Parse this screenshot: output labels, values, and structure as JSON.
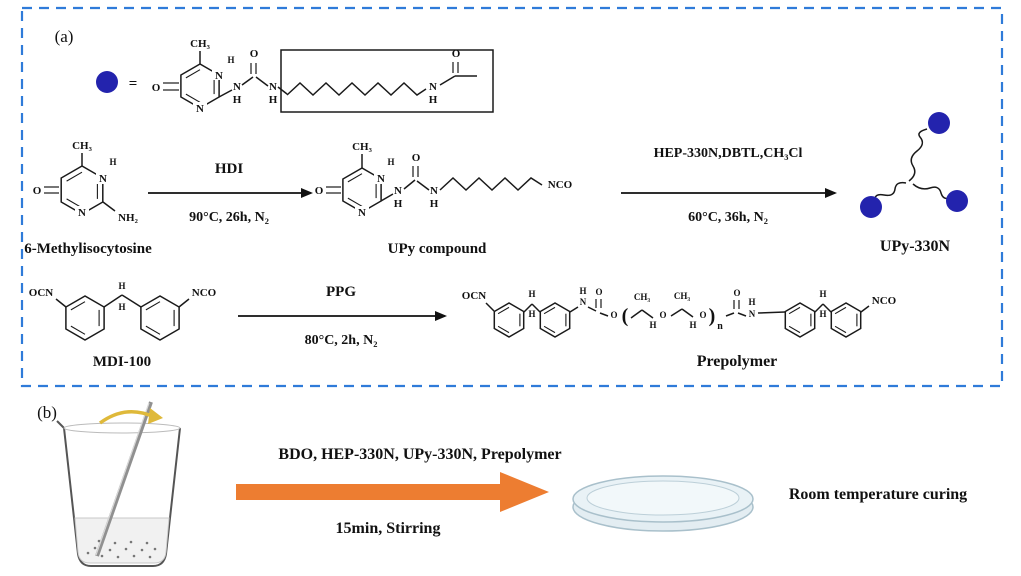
{
  "colors": {
    "box_border": "#2f7bd9",
    "upy_dot": "#2323ad",
    "orange_arrow": "#ed7d31",
    "swirl_yellow": "#dfb93a"
  },
  "panel_a": {
    "label": "(a)",
    "legend": {
      "equals": "="
    },
    "step1": {
      "reactant": "6-Methylisocytosine",
      "reagent": "HDI",
      "conditions": "90°C, 26h, N₂",
      "product": "UPy compound"
    },
    "step2": {
      "reagent": "HEP-330N,DBTL,CH₃Cl",
      "conditions": "60°C, 36h, N₂",
      "product": "UPy-330N"
    },
    "step3": {
      "reactant": "MDI-100",
      "reagent": "PPG",
      "conditions": "80°C, 2h, N₂",
      "product": "Prepolymer"
    }
  },
  "panel_b": {
    "label": "(b)",
    "mixture": "BDO, HEP-330N, UPy-330N, Prepolymer",
    "conditions": "15min, Stirring",
    "result": "Room temperature curing"
  },
  "atoms": {
    "ch3": "CH₃",
    "n": "N",
    "h": "H",
    "o": "O",
    "nh2": "NH₂",
    "nco": "NCO",
    "ocn": "OCN",
    "repeat_n": "n",
    "bracket_open": "(",
    "bracket_close": ")"
  }
}
